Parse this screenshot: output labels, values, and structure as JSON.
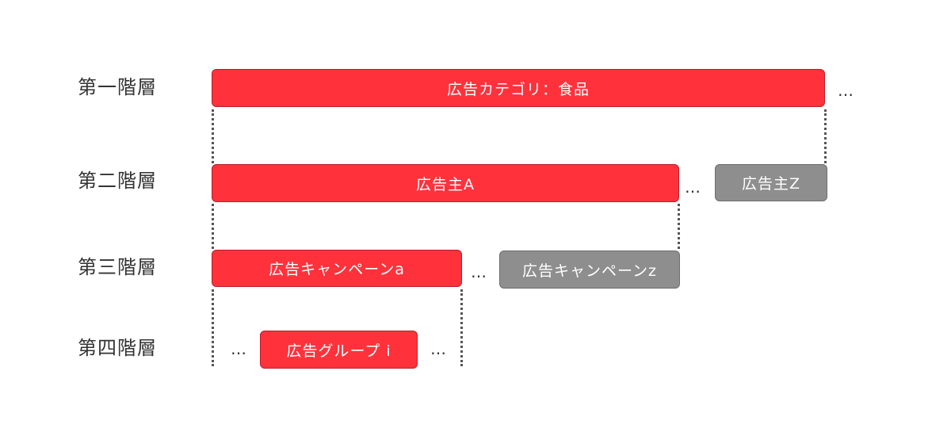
{
  "levels": {
    "level1": "第一階層",
    "level2": "第二階層",
    "level3": "第三階層",
    "level4": "第四階層"
  },
  "nodes": {
    "category": "広告カテゴリ：食品",
    "advertiser_a": "広告主A",
    "advertiser_z": "広告主Z",
    "campaign_a": "広告キャンペーンa",
    "campaign_z": "広告キャンペーンz",
    "group_i": "広告グループ i"
  },
  "ellipsis": "…",
  "colors": {
    "active": "#ff323c",
    "inactive": "#8e8e8e",
    "connector": "#555555"
  }
}
